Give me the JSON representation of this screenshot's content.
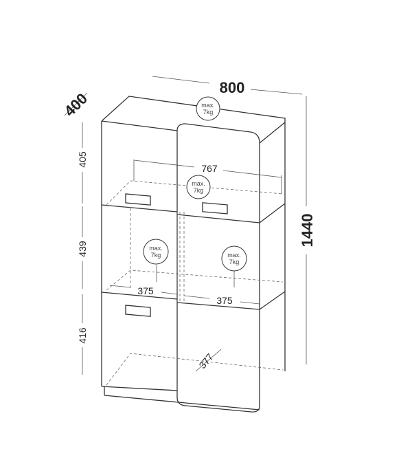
{
  "title": "Cabinet dimension drawing",
  "dimensions": {
    "width": "800",
    "depth": "400",
    "height": "1440",
    "inner_width": "767",
    "compartment_top": "405",
    "compartment_middle": "439",
    "compartment_bottom": "416",
    "shelf_left_width": "375",
    "shelf_right_width": "375",
    "shelf_depth": "377"
  },
  "load_labels": [
    {
      "line1": "max.",
      "line2": "7kg"
    },
    {
      "line1": "max.",
      "line2": "7kg"
    },
    {
      "line1": "max.",
      "line2": "7kg"
    },
    {
      "line1": "max.",
      "line2": "7kg"
    }
  ]
}
